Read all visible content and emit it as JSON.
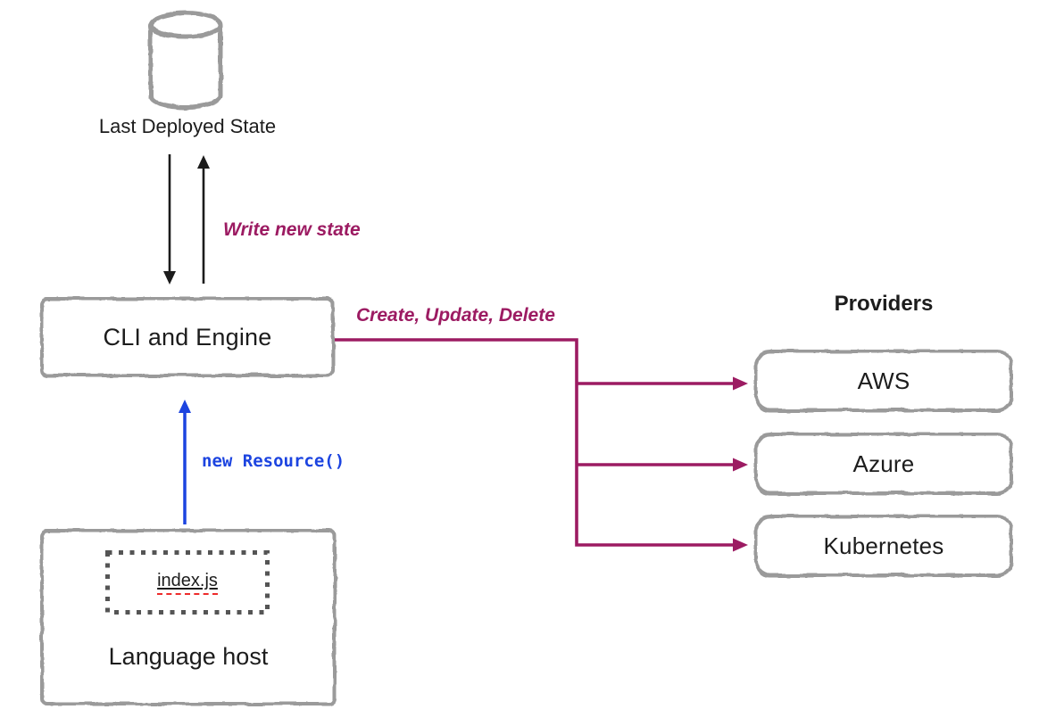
{
  "palette": {
    "sketch_gray": "#9a9a9a",
    "magenta": "#9c1b62",
    "blue": "#1c44e0",
    "text_black": "#1c1c1c",
    "dotted_border_gray": "#555555",
    "spellcheck_red": "#ee2b2b"
  },
  "state_store": {
    "icon": "database-cylinder-icon",
    "label": "Last Deployed State"
  },
  "engine": {
    "label": "CLI and Engine"
  },
  "language_host": {
    "label": "Language host",
    "file_label": "index.js"
  },
  "providers": {
    "heading": "Providers",
    "items": [
      "AWS",
      "Azure",
      "Kubernetes"
    ]
  },
  "edges": {
    "write_new_state": {
      "label": "Write new state",
      "color": "#9c1b62"
    },
    "create_update_delete": {
      "label": "Create, Update, Delete",
      "color": "#9c1b62"
    },
    "new_resource": {
      "label": "new Resource()",
      "color": "#1c44e0"
    }
  }
}
